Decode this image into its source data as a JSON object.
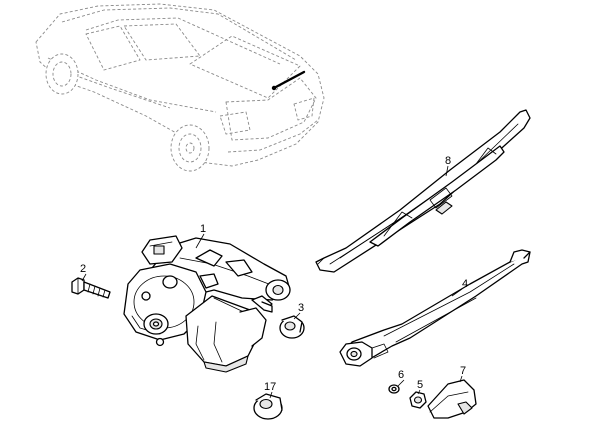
{
  "callouts": {
    "wiper_motor": "1",
    "bolt": "2",
    "grommet": "3",
    "wiper_arm": "4",
    "nut": "5",
    "washer": "6",
    "nut_cover": "7",
    "wiper_blade": "8",
    "seal": "17"
  },
  "colors": {
    "line": "#000000",
    "vehicle": "#8a8a8a",
    "shade": "#e6e6e6"
  }
}
